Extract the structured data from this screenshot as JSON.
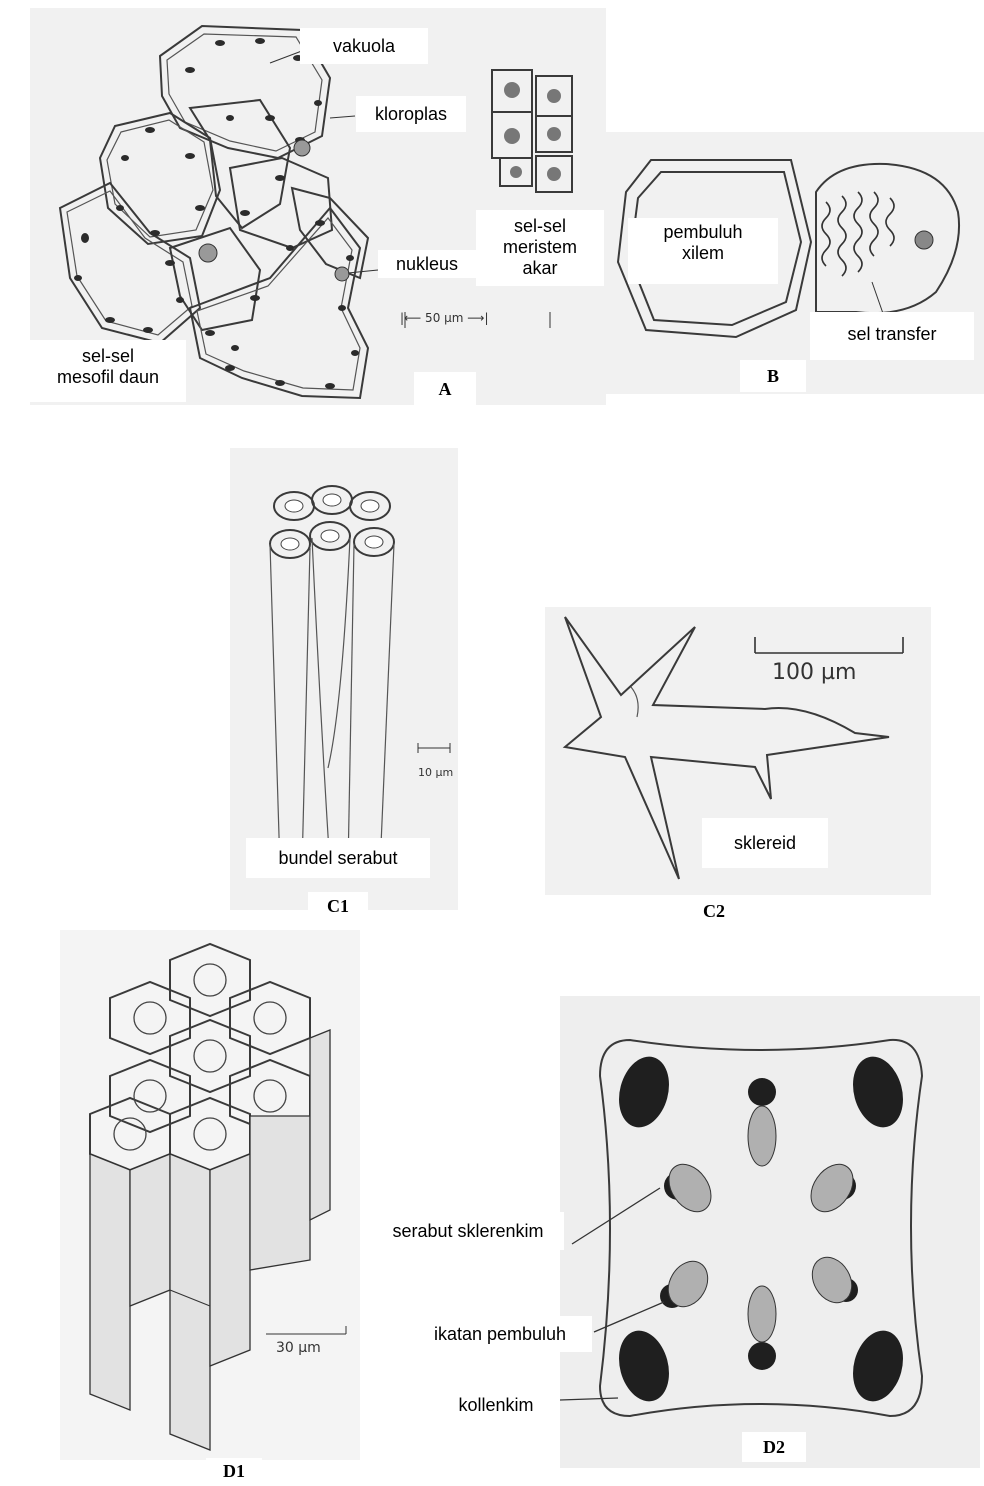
{
  "panelA": {
    "fig_label": "A",
    "vakuola": "vakuola",
    "kloroplas": "kloroplas",
    "nukleus": "nukleus",
    "meristem_line1": "sel-sel",
    "meristem_line2": "meristem",
    "meristem_line3": "akar",
    "mesofil_line1": "sel-sel",
    "mesofil_line2": "mesofil daun",
    "scale": "|⟵ 50 µm ⟶|"
  },
  "panelB": {
    "fig_label": "B",
    "xilem_line1": "pembuluh",
    "xilem_line2": "xilem",
    "transfer": "sel  transfer"
  },
  "panelC1": {
    "fig_label": "C1",
    "caption": "bundel serabut",
    "scale": "10 µm"
  },
  "panelC2": {
    "fig_label": "C2",
    "caption": "sklereid",
    "scale": "100 µm"
  },
  "panelD1": {
    "fig_label": "D1",
    "scale": "30 µm"
  },
  "panelD2": {
    "fig_label": "D2",
    "serabut": "serabut sklerenkim",
    "ikatan": "ikatan pembuluh",
    "kollenkim": "kollenkim"
  }
}
